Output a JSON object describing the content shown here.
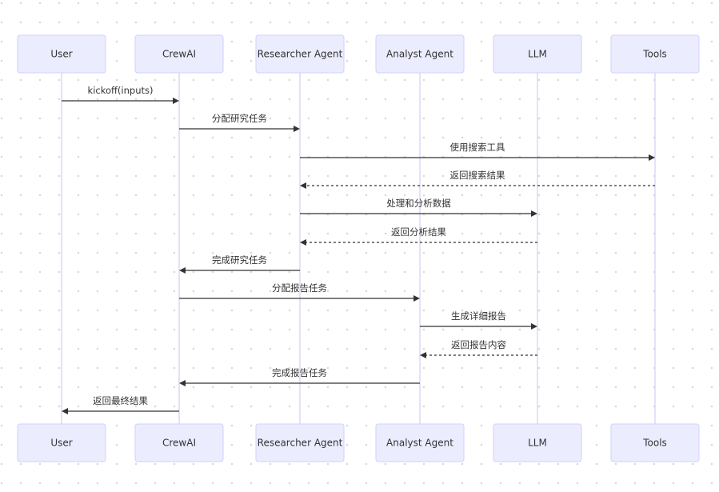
{
  "participants": [
    {
      "id": "user",
      "label": "User"
    },
    {
      "id": "crew",
      "label": "CrewAI"
    },
    {
      "id": "researcher",
      "label": "Researcher Agent"
    },
    {
      "id": "analyst",
      "label": "Analyst Agent"
    },
    {
      "id": "llm",
      "label": "LLM"
    },
    {
      "id": "tools",
      "label": "Tools"
    }
  ],
  "messages": [
    {
      "from": "user",
      "to": "crew",
      "label": "kickoff(inputs)",
      "style": "solid"
    },
    {
      "from": "crew",
      "to": "researcher",
      "label": "分配研究任务",
      "style": "solid"
    },
    {
      "from": "researcher",
      "to": "tools",
      "label": "使用搜索工具",
      "style": "solid"
    },
    {
      "from": "tools",
      "to": "researcher",
      "label": "返回搜索结果",
      "style": "dashed"
    },
    {
      "from": "researcher",
      "to": "llm",
      "label": "处理和分析数据",
      "style": "solid"
    },
    {
      "from": "llm",
      "to": "researcher",
      "label": "返回分析结果",
      "style": "dashed"
    },
    {
      "from": "researcher",
      "to": "crew",
      "label": "完成研究任务",
      "style": "solid"
    },
    {
      "from": "crew",
      "to": "analyst",
      "label": "分配报告任务",
      "style": "solid"
    },
    {
      "from": "analyst",
      "to": "llm",
      "label": "生成详细报告",
      "style": "solid"
    },
    {
      "from": "llm",
      "to": "analyst",
      "label": "返回报告内容",
      "style": "dashed"
    },
    {
      "from": "analyst",
      "to": "crew",
      "label": "完成报告任务",
      "style": "solid"
    },
    {
      "from": "crew",
      "to": "user",
      "label": "返回最终结果",
      "style": "solid"
    }
  ],
  "colors": {
    "actor_fill": "#ececff",
    "actor_stroke": "#cfcfff",
    "lifeline": "#d6d2f5",
    "message": "#333333"
  }
}
